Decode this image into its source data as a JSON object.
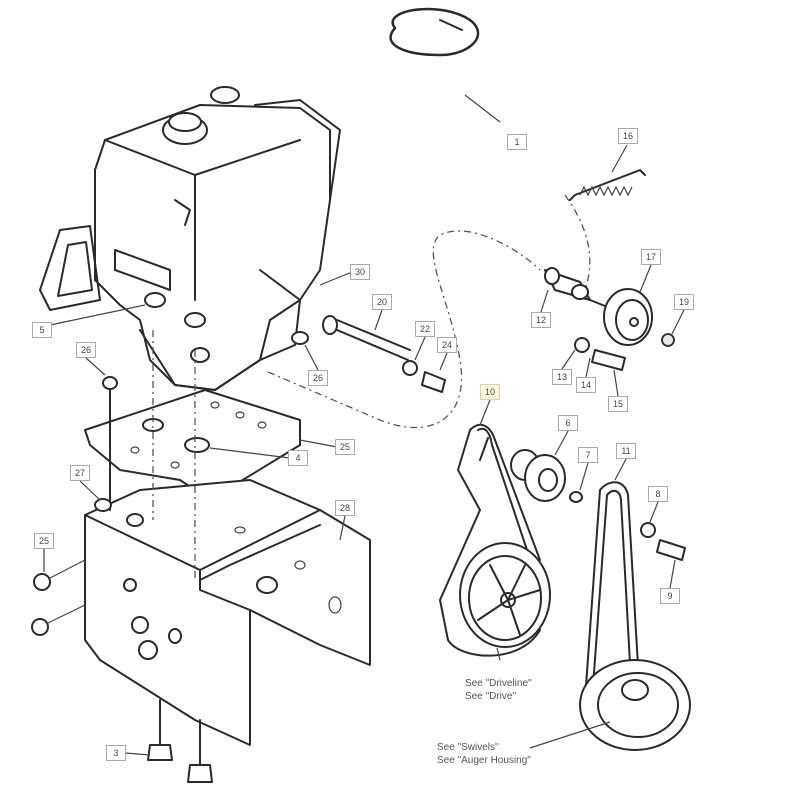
{
  "diagram": {
    "callouts": [
      {
        "id": "c1",
        "label": "1"
      },
      {
        "id": "c16",
        "label": "16"
      },
      {
        "id": "c17",
        "label": "17"
      },
      {
        "id": "c19",
        "label": "19"
      },
      {
        "id": "c12",
        "label": "12"
      },
      {
        "id": "c13",
        "label": "13"
      },
      {
        "id": "c14",
        "label": "14"
      },
      {
        "id": "c15",
        "label": "15"
      },
      {
        "id": "c10",
        "label": "10",
        "highlighted": true
      },
      {
        "id": "c6",
        "label": "6"
      },
      {
        "id": "c7",
        "label": "7"
      },
      {
        "id": "c11",
        "label": "11"
      },
      {
        "id": "c8",
        "label": "8"
      },
      {
        "id": "c9",
        "label": "9"
      },
      {
        "id": "c20",
        "label": "20"
      },
      {
        "id": "c22",
        "label": "22"
      },
      {
        "id": "c24",
        "label": "24"
      },
      {
        "id": "c26b",
        "label": "26"
      },
      {
        "id": "c30",
        "label": "30"
      },
      {
        "id": "c5",
        "label": "5"
      },
      {
        "id": "c26",
        "label": "26"
      },
      {
        "id": "c25",
        "label": "25"
      },
      {
        "id": "c4",
        "label": "4"
      },
      {
        "id": "c27",
        "label": "27"
      },
      {
        "id": "c28",
        "label": "28"
      },
      {
        "id": "c25b",
        "label": "25"
      },
      {
        "id": "c3",
        "label": "3"
      }
    ],
    "notes": {
      "drive_line1": "See \"Driveline\"",
      "drive_line2": "See \"Drive\"",
      "auger_line1": "See \"Swivels\"",
      "auger_line2": "See \"Auger Housing\""
    },
    "highlight_color": "#fdf5dc"
  }
}
